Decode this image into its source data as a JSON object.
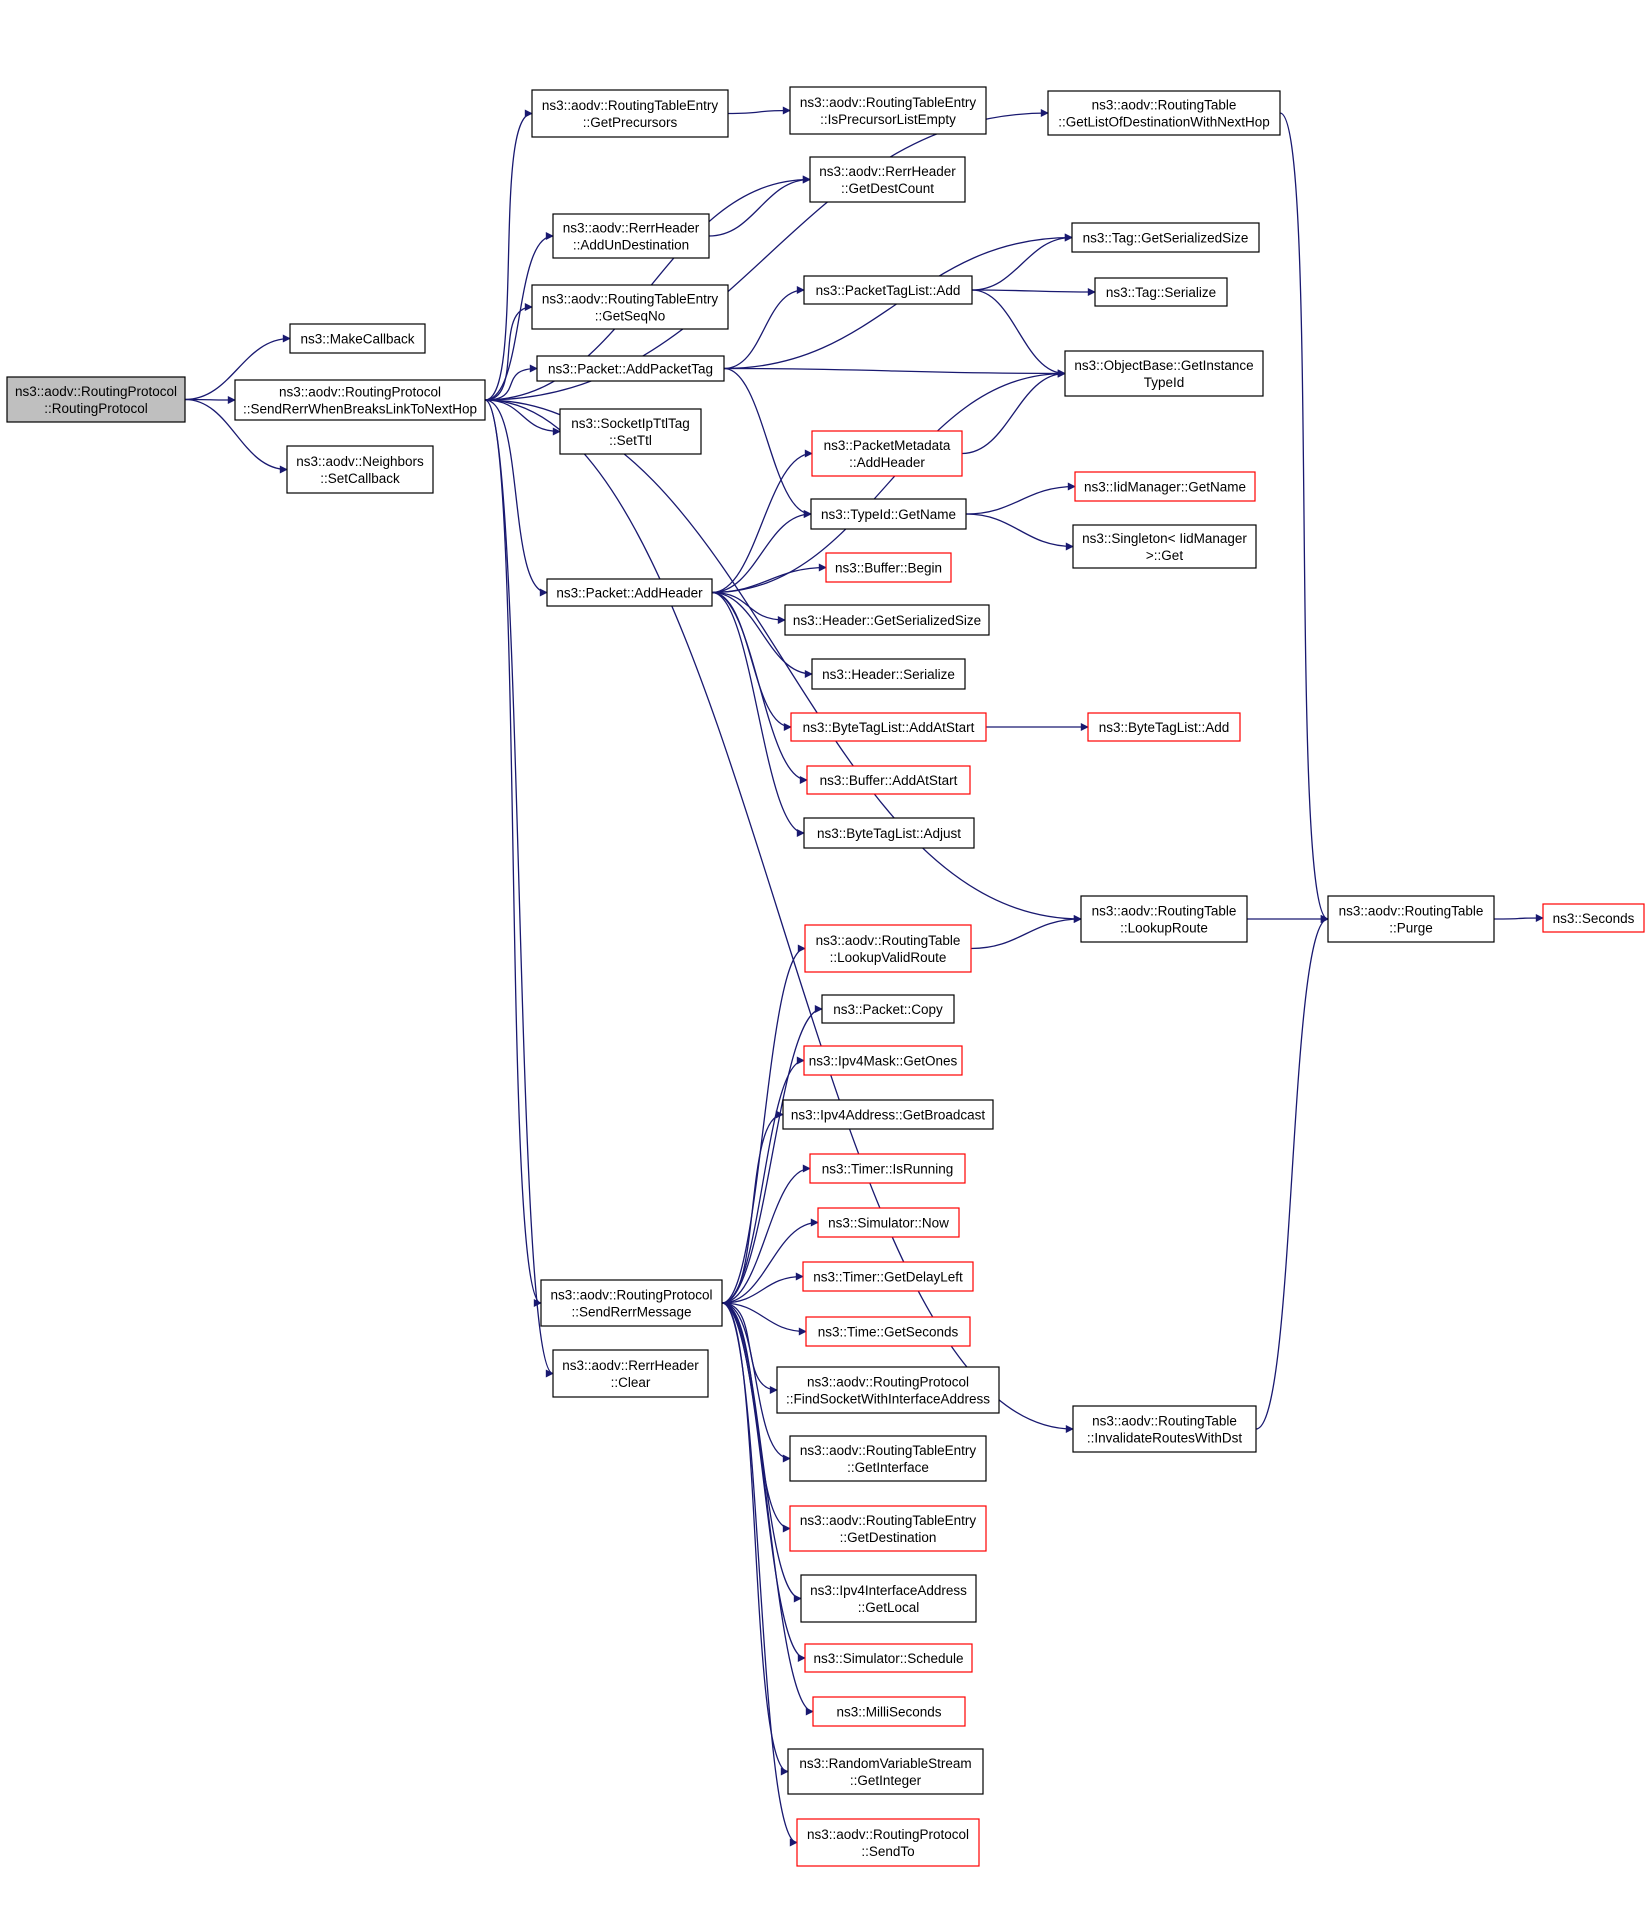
{
  "colors": {
    "edge": "#191970",
    "box": "#000000",
    "box_red": "#ff0000",
    "root_fill": "#bfbfbf",
    "fill": "#ffffff"
  },
  "nodes": [
    {
      "id": "root",
      "lines": [
        "ns3::aodv::RoutingProtocol",
        "::RoutingProtocol"
      ],
      "style": "root"
    },
    {
      "id": "makecb",
      "lines": [
        "ns3::MakeCallback"
      ],
      "style": "normal"
    },
    {
      "id": "sendrerrbreak",
      "lines": [
        "ns3::aodv::RoutingProtocol",
        "::SendRerrWhenBreaksLinkToNextHop"
      ],
      "style": "normal"
    },
    {
      "id": "setcb",
      "lines": [
        "ns3::aodv::Neighbors",
        "::SetCallback"
      ],
      "style": "normal"
    },
    {
      "id": "getprec",
      "lines": [
        "ns3::aodv::RoutingTableEntry",
        "::GetPrecursors"
      ],
      "style": "normal"
    },
    {
      "id": "isprec",
      "lines": [
        "ns3::aodv::RoutingTableEntry",
        "::IsPrecursorListEmpty"
      ],
      "style": "normal"
    },
    {
      "id": "getlist",
      "lines": [
        "ns3::aodv::RoutingTable",
        "::GetListOfDestinationWithNextHop"
      ],
      "style": "normal"
    },
    {
      "id": "getdest",
      "lines": [
        "ns3::aodv::RerrHeader",
        "::GetDestCount"
      ],
      "style": "normal"
    },
    {
      "id": "addundest",
      "lines": [
        "ns3::aodv::RerrHeader",
        "::AddUnDestination"
      ],
      "style": "normal"
    },
    {
      "id": "tagsize",
      "lines": [
        "ns3::Tag::GetSerializedSize"
      ],
      "style": "normal"
    },
    {
      "id": "getseq",
      "lines": [
        "ns3::aodv::RoutingTableEntry",
        "::GetSeqNo"
      ],
      "style": "normal"
    },
    {
      "id": "ptladd",
      "lines": [
        "ns3::PacketTagList::Add"
      ],
      "style": "normal"
    },
    {
      "id": "tagser",
      "lines": [
        "ns3::Tag::Serialize"
      ],
      "style": "normal"
    },
    {
      "id": "addptag",
      "lines": [
        "ns3::Packet::AddPacketTag"
      ],
      "style": "normal"
    },
    {
      "id": "getinst",
      "lines": [
        "ns3::ObjectBase::GetInstance",
        "TypeId"
      ],
      "style": "normal"
    },
    {
      "id": "setttl",
      "lines": [
        "ns3::SocketIpTtlTag",
        "::SetTtl"
      ],
      "style": "normal"
    },
    {
      "id": "pmaddh",
      "lines": [
        "ns3::PacketMetadata",
        "::AddHeader"
      ],
      "style": "red"
    },
    {
      "id": "iidname",
      "lines": [
        "ns3::IidManager::GetName"
      ],
      "style": "red"
    },
    {
      "id": "typename",
      "lines": [
        "ns3::TypeId::GetName"
      ],
      "style": "normal"
    },
    {
      "id": "singleton",
      "lines": [
        "ns3::Singleton< IidManager",
        ">::Get"
      ],
      "style": "normal"
    },
    {
      "id": "bufbegin",
      "lines": [
        "ns3::Buffer::Begin"
      ],
      "style": "red"
    },
    {
      "id": "addheader",
      "lines": [
        "ns3::Packet::AddHeader"
      ],
      "style": "normal"
    },
    {
      "id": "hdrsize",
      "lines": [
        "ns3::Header::GetSerializedSize"
      ],
      "style": "normal"
    },
    {
      "id": "hdrser",
      "lines": [
        "ns3::Header::Serialize"
      ],
      "style": "normal"
    },
    {
      "id": "btladdstart",
      "lines": [
        "ns3::ByteTagList::AddAtStart"
      ],
      "style": "red"
    },
    {
      "id": "btladd",
      "lines": [
        "ns3::ByteTagList::Add"
      ],
      "style": "red"
    },
    {
      "id": "bufaddstart",
      "lines": [
        "ns3::Buffer::AddAtStart"
      ],
      "style": "red"
    },
    {
      "id": "btladjust",
      "lines": [
        "ns3::ByteTagList::Adjust"
      ],
      "style": "normal"
    },
    {
      "id": "lookup",
      "lines": [
        "ns3::aodv::RoutingTable",
        "::LookupRoute"
      ],
      "style": "normal"
    },
    {
      "id": "purge",
      "lines": [
        "ns3::aodv::RoutingTable",
        "::Purge"
      ],
      "style": "normal"
    },
    {
      "id": "seconds",
      "lines": [
        "ns3::Seconds"
      ],
      "style": "red"
    },
    {
      "id": "lookupvalid",
      "lines": [
        "ns3::aodv::RoutingTable",
        "::LookupValidRoute"
      ],
      "style": "red"
    },
    {
      "id": "pktcopy",
      "lines": [
        "ns3::Packet::Copy"
      ],
      "style": "normal"
    },
    {
      "id": "maskones",
      "lines": [
        "ns3::Ipv4Mask::GetOnes"
      ],
      "style": "red"
    },
    {
      "id": "bcast",
      "lines": [
        "ns3::Ipv4Address::GetBroadcast"
      ],
      "style": "normal"
    },
    {
      "id": "isrun",
      "lines": [
        "ns3::Timer::IsRunning"
      ],
      "style": "red"
    },
    {
      "id": "simnow",
      "lines": [
        "ns3::Simulator::Now"
      ],
      "style": "red"
    },
    {
      "id": "sendrerr",
      "lines": [
        "ns3::aodv::RoutingProtocol",
        "::SendRerrMessage"
      ],
      "style": "normal"
    },
    {
      "id": "delayleft",
      "lines": [
        "ns3::Timer::GetDelayLeft"
      ],
      "style": "red"
    },
    {
      "id": "getsec",
      "lines": [
        "ns3::Time::GetSeconds"
      ],
      "style": "red"
    },
    {
      "id": "rclear",
      "lines": [
        "ns3::aodv::RerrHeader",
        "::Clear"
      ],
      "style": "normal"
    },
    {
      "id": "findsock",
      "lines": [
        "ns3::aodv::RoutingProtocol",
        "::FindSocketWithInterfaceAddress"
      ],
      "style": "normal"
    },
    {
      "id": "invalidate",
      "lines": [
        "ns3::aodv::RoutingTable",
        "::InvalidateRoutesWithDst"
      ],
      "style": "normal"
    },
    {
      "id": "getiface",
      "lines": [
        "ns3::aodv::RoutingTableEntry",
        "::GetInterface"
      ],
      "style": "normal"
    },
    {
      "id": "getdestn",
      "lines": [
        "ns3::aodv::RoutingTableEntry",
        "::GetDestination"
      ],
      "style": "red"
    },
    {
      "id": "getlocal",
      "lines": [
        "ns3::Ipv4InterfaceAddress",
        "::GetLocal"
      ],
      "style": "normal"
    },
    {
      "id": "schedule",
      "lines": [
        "ns3::Simulator::Schedule"
      ],
      "style": "red"
    },
    {
      "id": "millis",
      "lines": [
        "ns3::MilliSeconds"
      ],
      "style": "red"
    },
    {
      "id": "getint",
      "lines": [
        "ns3::RandomVariableStream",
        "::GetInteger"
      ],
      "style": "normal"
    },
    {
      "id": "sendto",
      "lines": [
        "ns3::aodv::RoutingProtocol",
        "::SendTo"
      ],
      "style": "red"
    }
  ],
  "edges": [
    [
      "root",
      "makecb"
    ],
    [
      "root",
      "sendrerrbreak"
    ],
    [
      "root",
      "setcb"
    ],
    [
      "sendrerrbreak",
      "getprec"
    ],
    [
      "sendrerrbreak",
      "getlist"
    ],
    [
      "sendrerrbreak",
      "getdest"
    ],
    [
      "sendrerrbreak",
      "addundest"
    ],
    [
      "sendrerrbreak",
      "getseq"
    ],
    [
      "sendrerrbreak",
      "addptag"
    ],
    [
      "sendrerrbreak",
      "setttl"
    ],
    [
      "sendrerrbreak",
      "addheader"
    ],
    [
      "sendrerrbreak",
      "lookup"
    ],
    [
      "sendrerrbreak",
      "sendrerr"
    ],
    [
      "sendrerrbreak",
      "rclear"
    ],
    [
      "sendrerrbreak",
      "invalidate"
    ],
    [
      "getprec",
      "isprec"
    ],
    [
      "getlist",
      "purge"
    ],
    [
      "addundest",
      "getdest"
    ],
    [
      "addptag",
      "tagsize"
    ],
    [
      "addptag",
      "ptladd"
    ],
    [
      "addptag",
      "getinst"
    ],
    [
      "addptag",
      "typename"
    ],
    [
      "ptladd",
      "tagsize"
    ],
    [
      "ptladd",
      "tagser"
    ],
    [
      "ptladd",
      "getinst"
    ],
    [
      "pmaddh",
      "getinst"
    ],
    [
      "typename",
      "iidname"
    ],
    [
      "typename",
      "singleton"
    ],
    [
      "addheader",
      "getinst"
    ],
    [
      "addheader",
      "pmaddh"
    ],
    [
      "addheader",
      "typename"
    ],
    [
      "addheader",
      "bufbegin"
    ],
    [
      "addheader",
      "hdrsize"
    ],
    [
      "addheader",
      "hdrser"
    ],
    [
      "addheader",
      "btladdstart"
    ],
    [
      "addheader",
      "bufaddstart"
    ],
    [
      "addheader",
      "btladjust"
    ],
    [
      "btladdstart",
      "btladd"
    ],
    [
      "lookup",
      "purge"
    ],
    [
      "purge",
      "seconds"
    ],
    [
      "lookupvalid",
      "lookup"
    ],
    [
      "sendrerr",
      "lookupvalid"
    ],
    [
      "sendrerr",
      "pktcopy"
    ],
    [
      "sendrerr",
      "maskones"
    ],
    [
      "sendrerr",
      "bcast"
    ],
    [
      "sendrerr",
      "isrun"
    ],
    [
      "sendrerr",
      "simnow"
    ],
    [
      "sendrerr",
      "delayleft"
    ],
    [
      "sendrerr",
      "getsec"
    ],
    [
      "sendrerr",
      "findsock"
    ],
    [
      "sendrerr",
      "getiface"
    ],
    [
      "sendrerr",
      "getdestn"
    ],
    [
      "sendrerr",
      "getlocal"
    ],
    [
      "sendrerr",
      "schedule"
    ],
    [
      "sendrerr",
      "millis"
    ],
    [
      "sendrerr",
      "getint"
    ],
    [
      "sendrerr",
      "sendto"
    ],
    [
      "invalidate",
      "purge"
    ]
  ]
}
